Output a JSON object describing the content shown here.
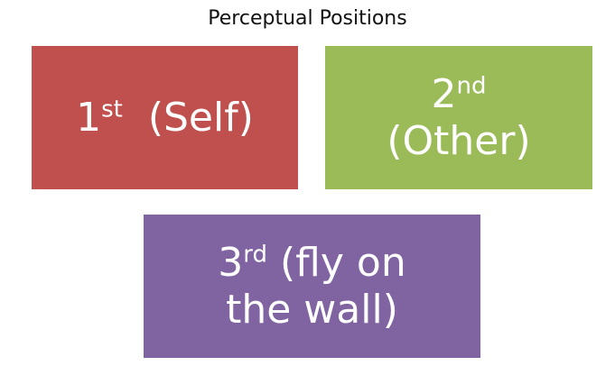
{
  "title": "Perceptual Positions",
  "colors": {
    "first": "#c0504d",
    "second": "#9bbb59",
    "third": "#8064a2"
  },
  "positions": [
    {
      "num": "1",
      "suffix": "st",
      "line1_rest": "  (Self)",
      "line2": ""
    },
    {
      "num": "2",
      "suffix": "nd",
      "line1_rest": "",
      "line2": "(Other)"
    },
    {
      "num": "3",
      "suffix": "rd",
      "line1_rest": " (fly on",
      "line2": "the wall)"
    }
  ]
}
